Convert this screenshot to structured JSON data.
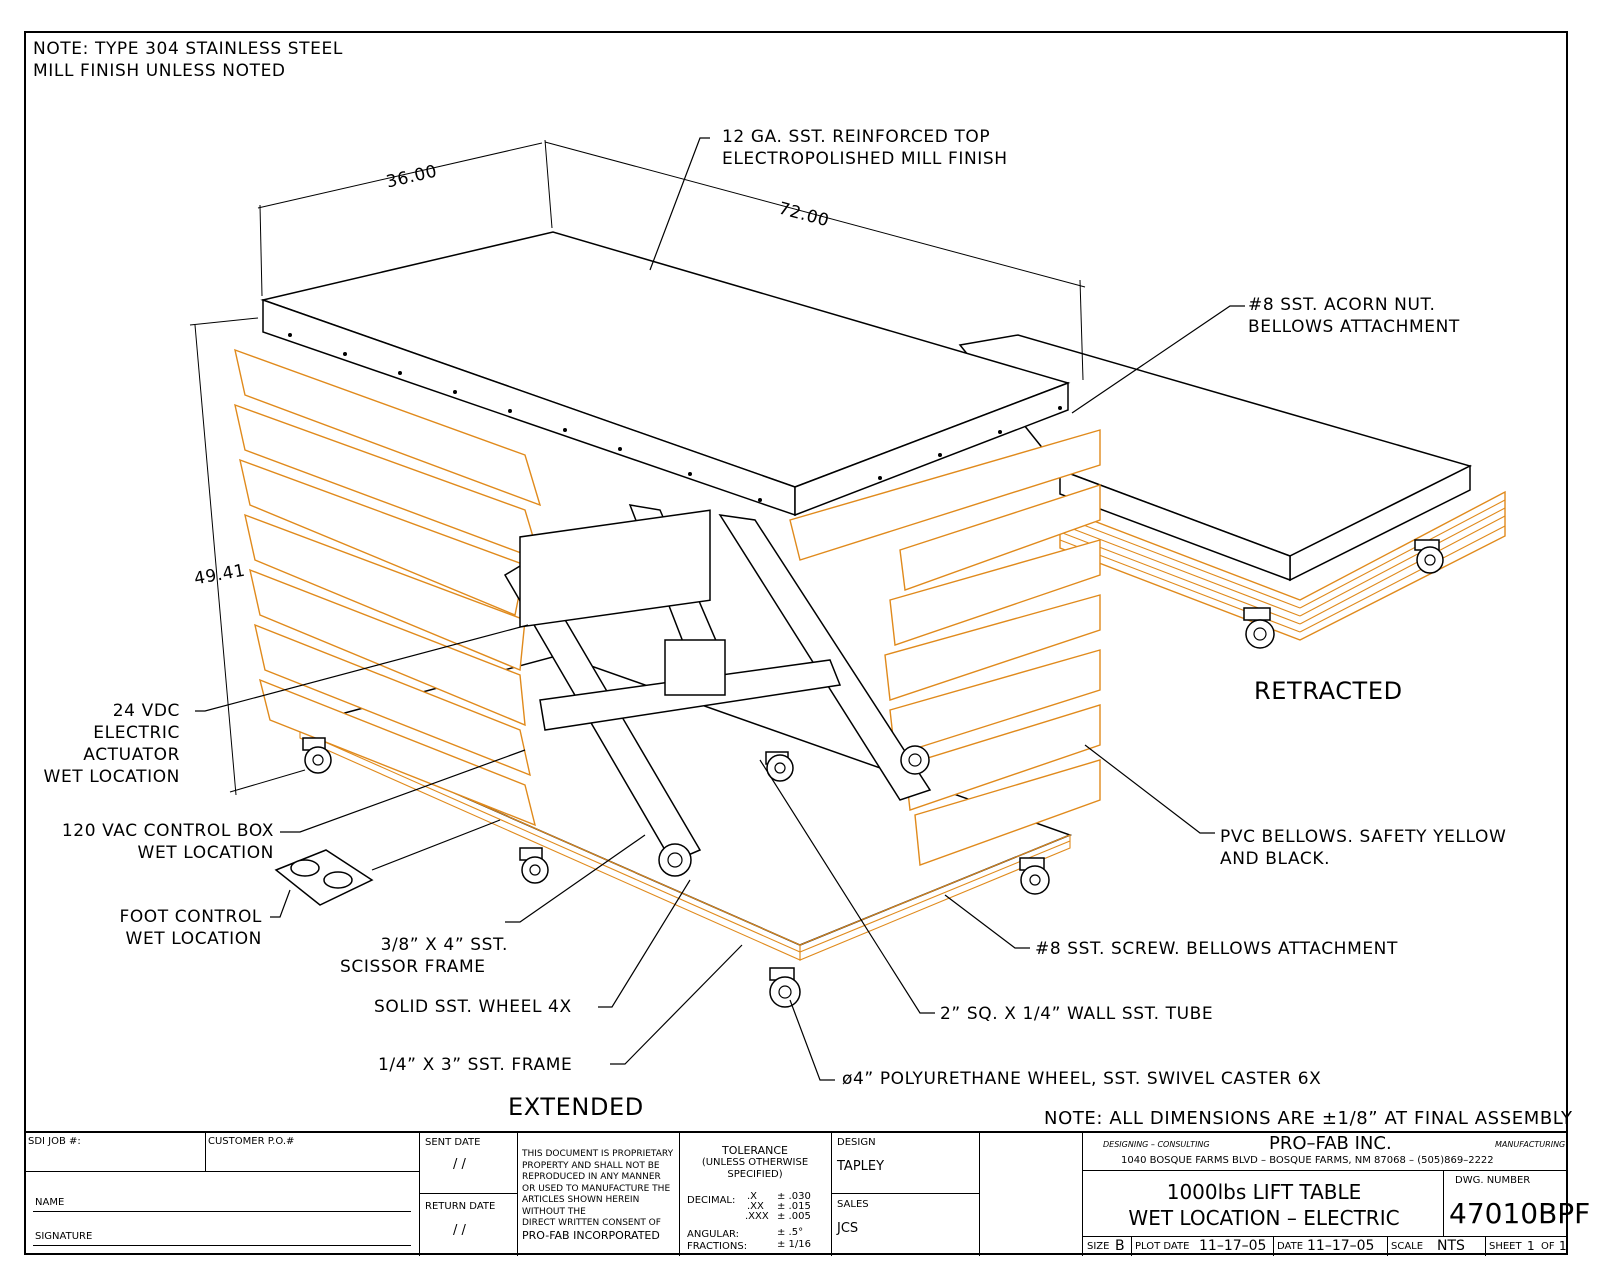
{
  "notes": {
    "material_line1": "NOTE:  TYPE 304 STAINLESS STEEL",
    "material_line2": "MILL FINISH UNLESS NOTED",
    "dimensions": "NOTE:  ALL DIMENSIONS ARE ±1/8” AT FINAL ASSEMBLY"
  },
  "dimensions": {
    "width": "36.00",
    "length": "72.00",
    "height": "49.41"
  },
  "callouts": {
    "top_line1": "12 GA. SST. REINFORCED TOP",
    "top_line2": "ELECTROPOLISHED MILL FINISH",
    "acorn_line1": "#8 SST. ACORN NUT.",
    "acorn_line2": "BELLOWS ATTACHMENT",
    "actuator_line1": "24 VDC",
    "actuator_line2": "ELECTRIC",
    "actuator_line3": "ACTUATOR",
    "actuator_line4": "WET LOCATION",
    "control_line1": "120 VAC CONTROL BOX",
    "control_line2": "WET LOCATION",
    "foot_line1": "FOOT CONTROL",
    "foot_line2": "WET LOCATION",
    "scissor_line1": "3/8” X 4” SST.",
    "scissor_line2": "SCISSOR FRAME",
    "wheel": "SOLID SST. WHEEL 4X",
    "frame": "1/4” X 3” SST. FRAME",
    "caster": "ø4” POLYURETHANE WHEEL, SST. SWIVEL CASTER 6X",
    "tube": "2” SQ. X 1/4” WALL SST. TUBE",
    "screw": "#8 SST. SCREW. BELLOWS ATTACHMENT",
    "bellows_line1": "PVC BELLOWS. SAFETY YELLOW",
    "bellows_line2": "AND BLACK."
  },
  "views": {
    "extended": "EXTENDED",
    "retracted": "RETRACTED"
  },
  "title_block": {
    "sdi_job": "SDI JOB #:",
    "customer_po": "CUSTOMER P.O.#",
    "name": "NAME",
    "signature": "SIGNATURE",
    "sent_date": "SENT DATE",
    "sent_date_value": "/  /",
    "return_date": "RETURN DATE",
    "return_date_value": "/  /",
    "proprietary": [
      "THIS DOCUMENT IS PROPRIETARY",
      "PROPERTY AND SHALL NOT BE",
      "REPRODUCED IN ANY MANNER",
      "OR USED TO MANUFACTURE THE",
      "ARTICLES SHOWN HEREIN WITHOUT THE",
      "DIRECT WRITTEN CONSENT OF",
      "PRO-FAB INCORPORATED"
    ],
    "tolerance_title": "TOLERANCE",
    "tolerance_sub1": "(UNLESS OTHERWISE",
    "tolerance_sub2": "SPECIFIED)",
    "decimal_label": "DECIMAL:",
    "tol_x": ".X",
    "tol_x_val": "± .030",
    "tol_xx": ".XX",
    "tol_xx_val": "± .015",
    "tol_xxx": ".XXX",
    "tol_xxx_val": "± .005",
    "angular_label": "ANGULAR:",
    "angular_val": "± .5°",
    "fractions_label": "FRACTIONS:",
    "fractions_val": "± 1/16",
    "design_label": "DESIGN",
    "design_value": "TAPLEY",
    "sales_label": "SALES",
    "sales_value": "JCS",
    "company_left": "DESIGNING – CONSULTING",
    "company": "PRO–FAB INC.",
    "company_right": "MANUFACTURING",
    "address": "1040 BOSQUE FARMS BLVD – BOSQUE FARMS, NM 87068 – (505)869–2222",
    "title_line1": "1000lbs LIFT TABLE",
    "title_line2": "WET LOCATION – ELECTRIC",
    "dwg_label": "DWG. NUMBER",
    "dwg_number": "47010BPF",
    "size_label": "SIZE",
    "size_value": "B",
    "plot_date_label": "PLOT DATE",
    "plot_date_value": "11–17–05",
    "date_label": "DATE",
    "date_value": "11–17–05",
    "scale_label": "SCALE",
    "scale_value": "NTS",
    "sheet_label": "SHEET",
    "sheet_value": "1",
    "of_label": "OF",
    "of_value": "1"
  }
}
